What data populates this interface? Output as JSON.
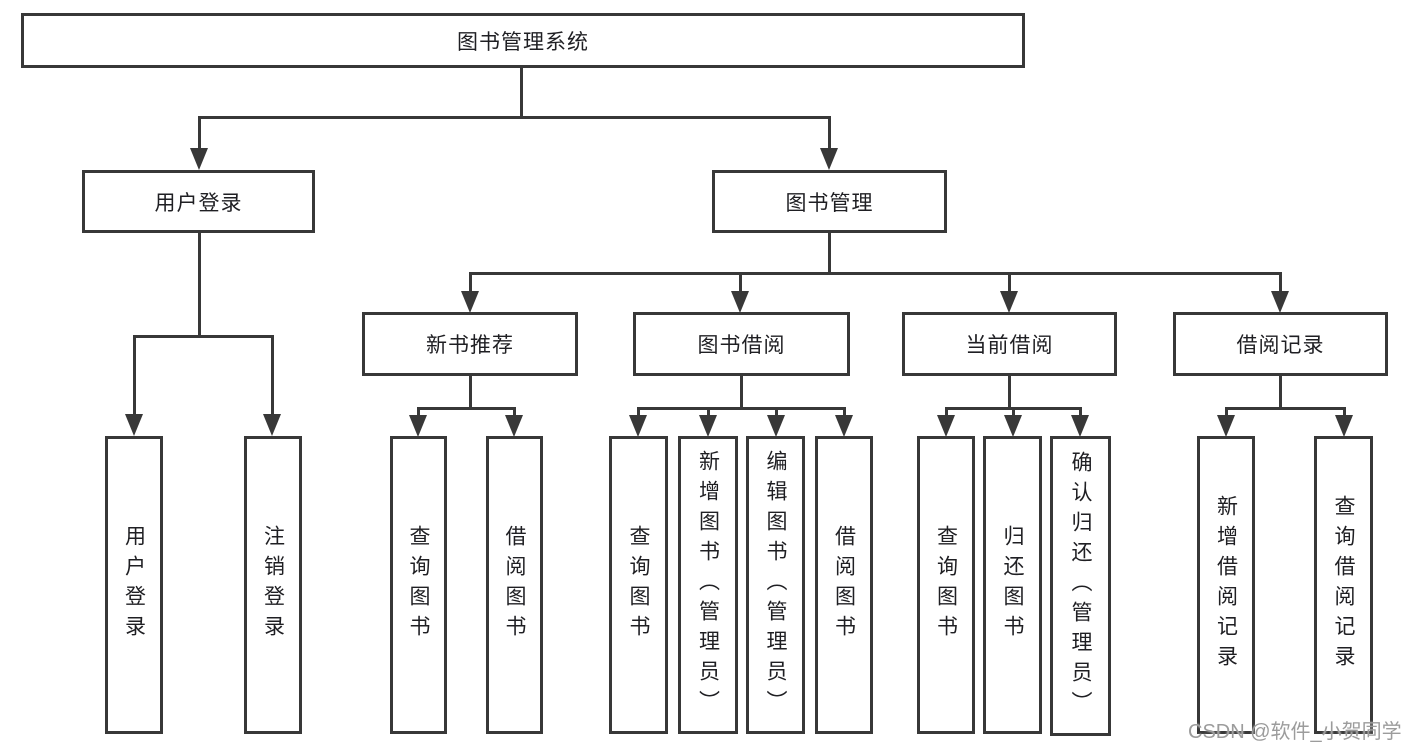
{
  "diagram": {
    "root": {
      "label": "图书管理系统"
    },
    "branches": [
      {
        "label": "用户登录",
        "children": [
          {
            "label": "用户登录"
          },
          {
            "label": "注销登录"
          }
        ]
      },
      {
        "label": "图书管理",
        "children": [
          {
            "label": "新书推荐",
            "children": [
              {
                "label": "查询图书"
              },
              {
                "label": "借阅图书"
              }
            ]
          },
          {
            "label": "图书借阅",
            "children": [
              {
                "label": "查询图书"
              },
              {
                "label": "新增图书（管理员）"
              },
              {
                "label": "编辑图书（管理员）"
              },
              {
                "label": "借阅图书"
              }
            ]
          },
          {
            "label": "当前借阅",
            "children": [
              {
                "label": "查询图书"
              },
              {
                "label": "归还图书"
              },
              {
                "label": "确认归还（管理员）"
              }
            ]
          },
          {
            "label": "借阅记录",
            "children": [
              {
                "label": "新增借阅记录"
              },
              {
                "label": "查询借阅记录"
              }
            ]
          }
        ]
      }
    ]
  },
  "watermark": {
    "text": "CSDN @软件_小贺同学"
  },
  "colors": {
    "line": "#383838",
    "text": "#1f1f23",
    "bg": "#ffffff",
    "wm": "#9c9c9c"
  }
}
